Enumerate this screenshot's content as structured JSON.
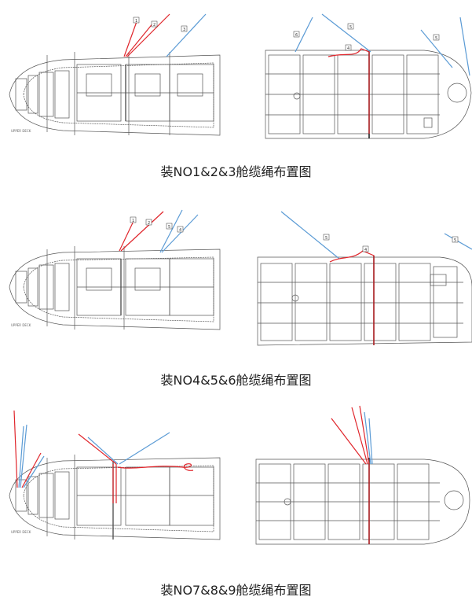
{
  "captions": [
    "装NO1&2&3舱缆绳布置图",
    "装NO4&5&6舱缆绳布置图",
    "装NO7&8&9舱缆绳布置图"
  ],
  "deck_labels": [
    "UPPER DECK",
    "UPPER DECK",
    "UPPER DECK"
  ],
  "colors": {
    "red": "#e0252b",
    "blue": "#5b9bd5",
    "line": "#555555"
  },
  "diagram1": {
    "left_tags": [
      "1",
      "2",
      "3"
    ],
    "right_tags": [
      "6",
      "5",
      "4",
      "5"
    ]
  },
  "diagram2": {
    "left_tags": [
      "1",
      "2",
      "5",
      "4"
    ],
    "right_tags": [
      "5",
      "4",
      "5"
    ]
  }
}
